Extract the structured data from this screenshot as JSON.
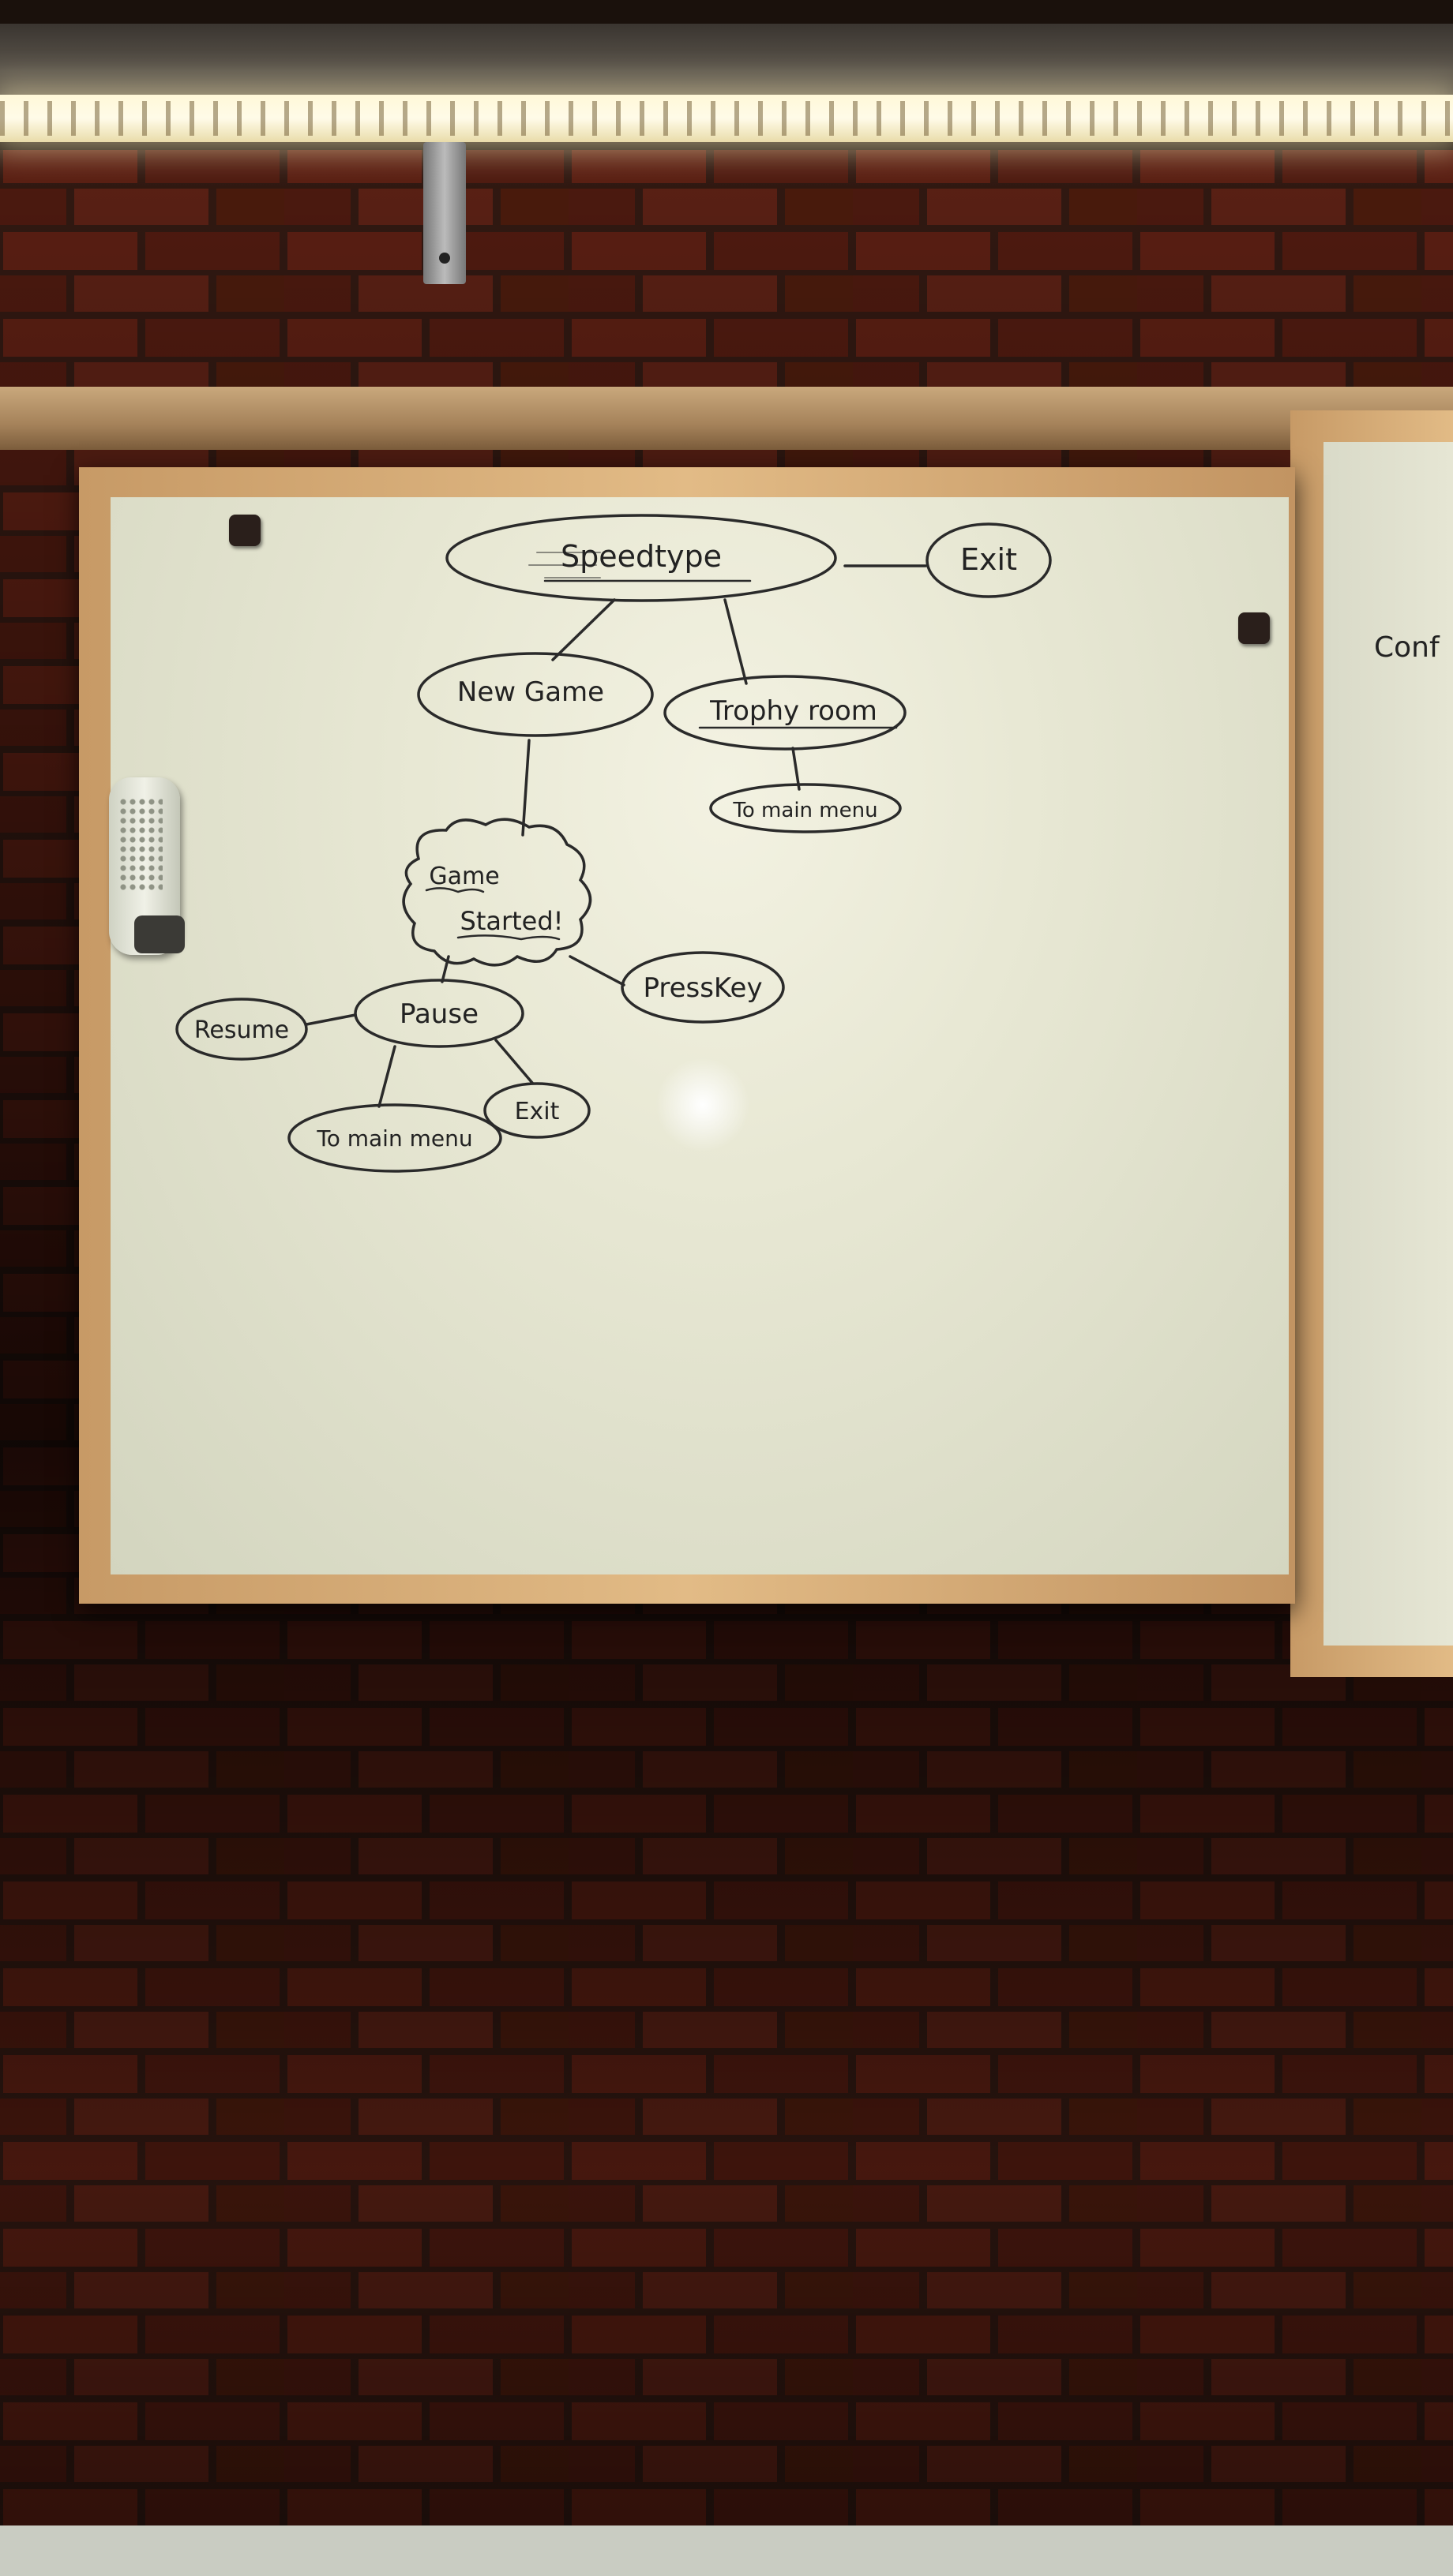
{
  "mindmap": {
    "root": "Speedtype",
    "exit_top": "Exit",
    "new_game": "New Game",
    "trophy_room": "Trophy room",
    "trophy_main_menu": "To main menu",
    "game_started_line1": "Game",
    "game_started_line2": "Started!",
    "press_key": "PressKey",
    "pause": "Pause",
    "resume": "Resume",
    "pause_exit": "Exit",
    "pause_main_menu": "To main menu"
  },
  "side_board": {
    "partial_text": "Conf"
  },
  "colors": {
    "ink": "#222222",
    "board": "#e8e8d4",
    "frame": "#d8ae78",
    "brick": "#5a1e12"
  }
}
